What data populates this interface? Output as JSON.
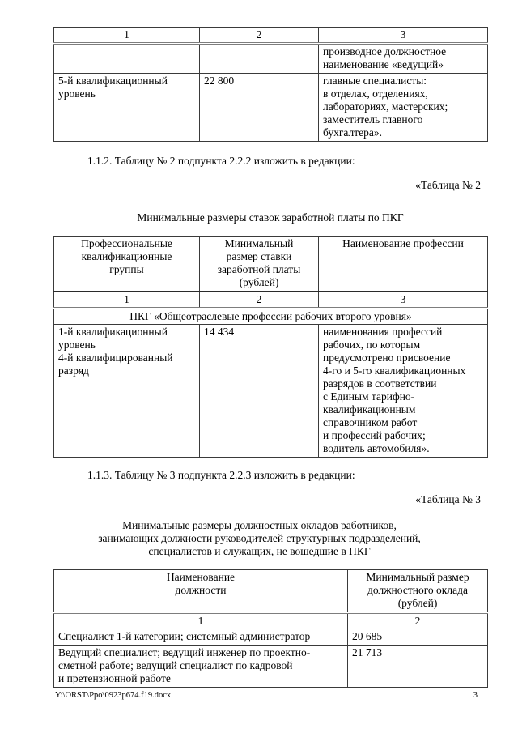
{
  "page": {
    "footer_path": "Y:\\ORST\\Ppo\\0923p674.f19.docx",
    "page_number": "3"
  },
  "table1": {
    "col_numbers": [
      "1",
      "2",
      "3"
    ],
    "rows": [
      {
        "c1": "",
        "c2": "",
        "c3": "производное должностное\nнаименование «ведущий»"
      },
      {
        "c1": "5-й квалификационный\nуровень",
        "c2": "22 800",
        "c3": "главные специалисты:\nв отделах, отделениях,\nлабораториях, мастерских;\nзаместитель главного\nбухгалтера»."
      }
    ]
  },
  "para_112": "1.1.2. Таблицу № 2 подпункта 2.2.2 изложить в редакции:",
  "table2_caption": "«Таблица № 2",
  "table2_title": "Минимальные размеры ставок заработной платы по ПКГ",
  "table2": {
    "headers": [
      "Профессиональные\nквалификационные\nгруппы",
      "Минимальный\nразмер ставки\nзаработной платы\n(рублей)",
      "Наименование профессии"
    ],
    "col_numbers": [
      "1",
      "2",
      "3"
    ],
    "group_row": "ПКГ «Общеотраслевые профессии рабочих второго уровня»",
    "rows": [
      {
        "c1": "1-й квалификационный\nуровень\n4-й квалифицированный\nразряд",
        "c2": "14 434",
        "c3": "наименования профессий\nрабочих, по которым\nпредусмотрено присвоение\n4-го и 5-го квалификационных\nразрядов в соответствии\nс Единым тарифно-\nквалификационным\nсправочником работ\nи профессий рабочих;\nводитель автомобиля»."
      }
    ]
  },
  "para_113": "1.1.3. Таблицу № 3 подпункта 2.2.3 изложить в редакции:",
  "table3_caption": "«Таблица № 3",
  "table3_title": "Минимальные размеры должностных окладов работников,\nзанимающих должности руководителей структурных подразделений,\nспециалистов и служащих, не вошедшие в ПКГ",
  "table3": {
    "headers": [
      "Наименование\nдолжности",
      "Минимальный размер\nдолжностного оклада\n(рублей)"
    ],
    "col_numbers": [
      "1",
      "2"
    ],
    "rows": [
      {
        "c1": "Специалист 1-й категории; системный администратор",
        "c2": "20 685"
      },
      {
        "c1": "Ведущий специалист; ведущий инженер по проектно-\nсметной работе; ведущий специалист по кадровой\nи претензионной работе",
        "c2": "21 713"
      }
    ]
  }
}
